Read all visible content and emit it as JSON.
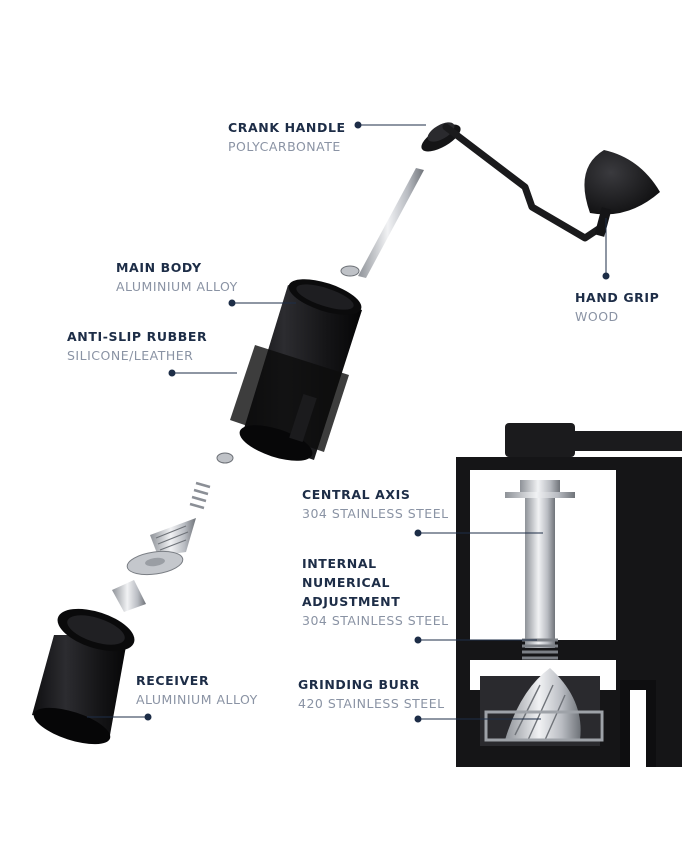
{
  "colors": {
    "label_title": "#1d2d47",
    "label_sub": "#8a93a4",
    "leader": "#1d2d47",
    "body_black": "#1b1b1d",
    "steel": "#c9ccd1"
  },
  "callouts": [
    {
      "id": "crank-handle",
      "title": "CRANK HANDLE",
      "sub": "POLYCARBONATE"
    },
    {
      "id": "hand-grip",
      "title": "HAND GRIP",
      "sub": "WOOD"
    },
    {
      "id": "main-body",
      "title": "MAIN BODY",
      "sub": "ALUMINIUM ALLOY"
    },
    {
      "id": "anti-slip-rubber",
      "title": "ANTI-SLIP RUBBER",
      "sub": "SILICONE/LEATHER"
    },
    {
      "id": "central-axis",
      "title": "CENTRAL AXIS",
      "sub": "304 STAINLESS STEEL"
    },
    {
      "id": "internal-numerical-adjustment",
      "title_lines": [
        "INTERNAL",
        "NUMERICAL",
        "ADJUSTMENT"
      ],
      "sub": "304 STAINLESS STEEL"
    },
    {
      "id": "grinding-burr",
      "title": "GRINDING BURR",
      "sub": "420 STAINLESS STEEL"
    },
    {
      "id": "receiver",
      "title": "RECEIVER",
      "sub": "ALUMINIUM ALLOY"
    }
  ]
}
